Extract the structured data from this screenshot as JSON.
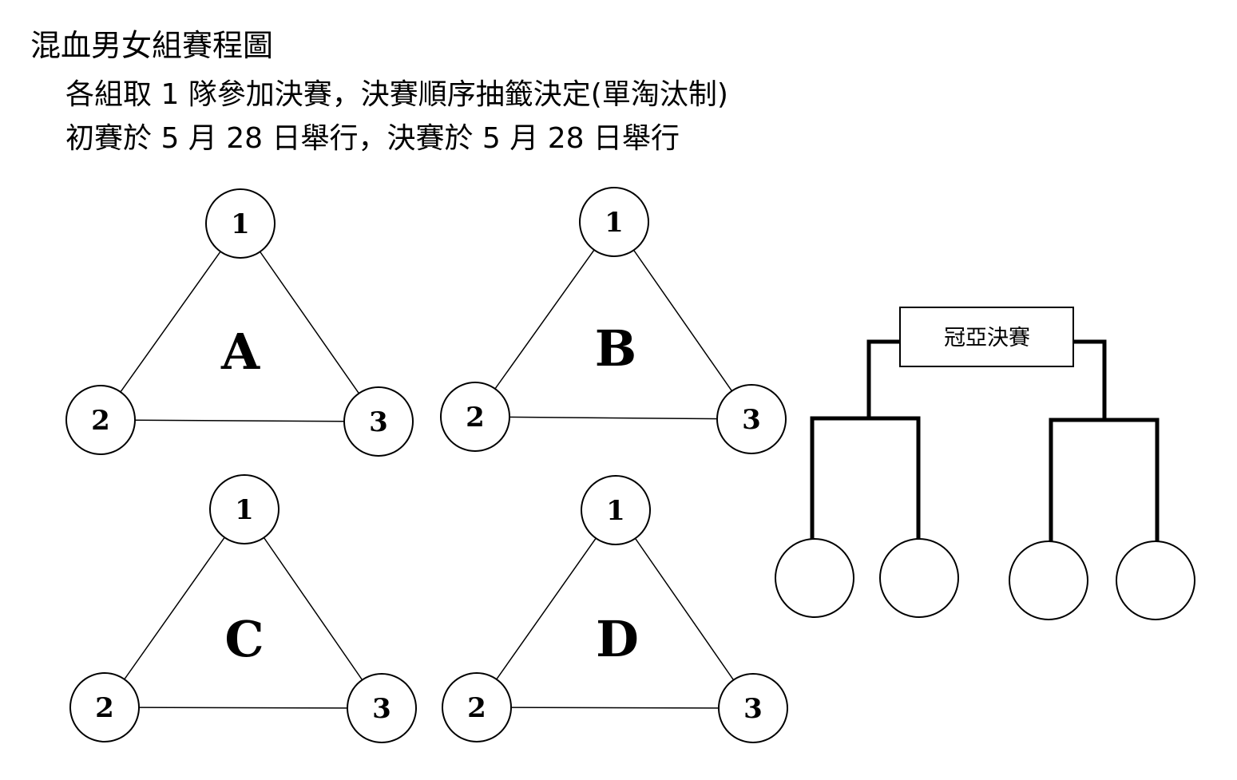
{
  "header": {
    "title": "混血男女組賽程圖",
    "line1": "各組取 1 隊參加決賽，決賽順序抽籤決定(單淘汰制)",
    "line2": "初賽於 5 月 28 日舉行，決賽於 5 月 28 日舉行"
  },
  "groups": [
    {
      "letter": "A",
      "seeds": [
        "1",
        "2",
        "3"
      ]
    },
    {
      "letter": "B",
      "seeds": [
        "1",
        "2",
        "3"
      ]
    },
    {
      "letter": "C",
      "seeds": [
        "1",
        "2",
        "3"
      ]
    },
    {
      "letter": "D",
      "seeds": [
        "1",
        "2",
        "3"
      ]
    }
  ],
  "final": {
    "label": "冠亞決賽",
    "slots": [
      "",
      "",
      "",
      ""
    ]
  }
}
